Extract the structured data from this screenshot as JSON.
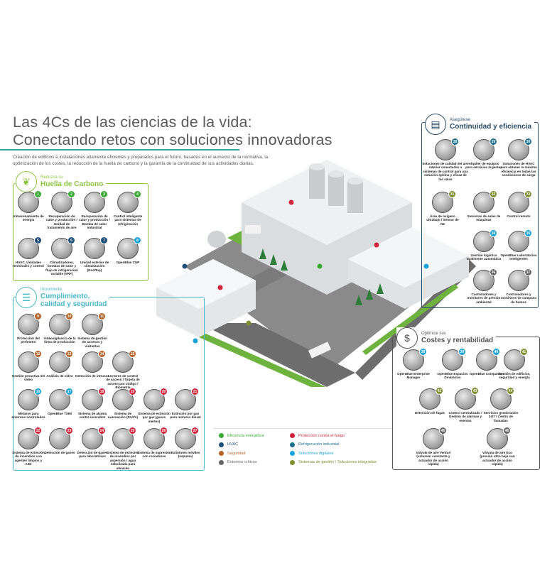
{
  "header": {
    "title_line1": "Las 4Cs de las ciencias de la vida:",
    "title_line2": "Conectando retos con soluciones innovadoras",
    "description": "Creación de edificios e instalaciones altamente eficientes y preparados para el futuro, basados en el aumento de la normativa, la optimización de los costes, la reducción de la huella de carbono y la garantía de la continuidad de sus actividades diarias."
  },
  "colors": {
    "eficiencia": "#3aaa35",
    "hvac": "#1f4e79",
    "seguridad": "#b5652b",
    "criticos": "#666666",
    "fuego": "#d2233c",
    "refrigeracion": "#1d6f8c",
    "digitales": "#1aa3d9",
    "gestion": "#7d8f2f"
  },
  "carbon": {
    "subtitle": "Reduzca su",
    "title": "Huella de Carbono",
    "icon": "leaf-icon",
    "items": [
      {
        "num": "1",
        "cat": "eficiencia",
        "label": "Almacenamiento de energía"
      },
      {
        "num": "2",
        "cat": "eficiencia",
        "label": "Recuperación de calor y producción / Unidad de tratamiento de aire"
      },
      {
        "num": "3",
        "cat": "eficiencia",
        "label": "Recuperación de calor y producción / Bomba de calor industrial"
      },
      {
        "num": "4",
        "cat": "eficiencia",
        "label": "Control inteligente para sistemas de refrigeración"
      },
      {
        "num": "5",
        "cat": "hvac",
        "label": "HVAC. Unidades terminales y control"
      },
      {
        "num": "6",
        "cat": "hvac",
        "label": "Climatizadores, bombas de calor y flujo de refrigeración variable (VRF)"
      },
      {
        "num": "7",
        "cat": "hvac",
        "label": "Unidad exterior de climatización (Rooftop)"
      },
      {
        "num": "8",
        "cat": "digitales",
        "label": "OpenBlue CUP"
      }
    ]
  },
  "compliance": {
    "subtitle": "Incremente",
    "title_line1": "Cumplimiento,",
    "title_line2": "calidad y seguridad",
    "icon": "document-check-icon",
    "items": [
      {
        "num": "9",
        "cat": "seguridad",
        "label": "Protección del perímetro"
      },
      {
        "num": "10",
        "cat": "seguridad",
        "label": "Videovigilancia de la línea de producción"
      },
      {
        "num": "11",
        "cat": "seguridad",
        "label": "Sistema de gestión de accesos y visitantes"
      },
      {
        "num": "12",
        "cat": "seguridad",
        "label": "Gestión proactiva del vídeo"
      },
      {
        "num": "13",
        "cat": "seguridad",
        "label": "Análisis de vídeo"
      },
      {
        "num": "14",
        "cat": "seguridad",
        "label": "Detección de intrusos"
      },
      {
        "num": "15",
        "cat": "seguridad",
        "label": "Lectores de control de acceso / Tarjeta de acceso por código / Biometría"
      },
      {
        "num": "16",
        "cat": "digitales",
        "label": "Metasys para entornos controlados"
      },
      {
        "num": "17",
        "cat": "digitales",
        "label": "OpenBlue TSIM"
      },
      {
        "num": "18",
        "cat": "fuego",
        "label": "Sistema de alarma contra incendios"
      },
      {
        "num": "19",
        "cat": "fuego",
        "label": "Sistema de evacuación (PA/VA)"
      },
      {
        "num": "20",
        "cat": "fuego",
        "label": "Sistema de extinción por gas (gases inertes)"
      },
      {
        "num": "21",
        "cat": "fuego",
        "label": "Extinción por gas para motores diesel"
      },
      {
        "num": "22",
        "cat": "fuego",
        "label": "Sistema de extinción de incendios con agentes limpios y A3D"
      },
      {
        "num": "23",
        "cat": "fuego",
        "label": "Detección de gases"
      },
      {
        "num": "24",
        "cat": "fuego",
        "label": "Detección de gases para laboratorios"
      },
      {
        "num": "25",
        "cat": "fuego",
        "label": "Sistema de extinción de incendios por aspersión / agua nebulizada para almacén"
      },
      {
        "num": "26",
        "cat": "fuego",
        "label": "Sistema de supresión con rociadores"
      },
      {
        "num": "27",
        "cat": "fuego",
        "label": "Extintores móviles (espuma)"
      }
    ]
  },
  "continuity": {
    "subtitle": "Asegúrese",
    "title": "Continuidad y eficiencia",
    "icon": "clipboard-icon",
    "items": [
      {
        "num": "28",
        "cat": "refrigeracion",
        "label": "Soluciones de calidad del aire interior conectadas a sistemas de control para una solución óptima y eficaz de las salas"
      },
      {
        "num": "29",
        "cat": "refrigeracion",
        "label": "Alquiler de equipos para servicios urgentes"
      },
      {
        "num": "30",
        "cat": "refrigeracion",
        "label": "Soluciones de HVAC para obtener la máxima eficiencia en todas las condiciones de carga"
      },
      {
        "num": "31",
        "cat": "gestion",
        "label": "Área de oxígeno ultrabajo / Sensor de N2"
      },
      {
        "num": "32",
        "cat": "gestion",
        "label": "Sensores de salas de máquinas"
      },
      {
        "num": "33",
        "cat": "gestion",
        "label": "Control remoto"
      },
      {
        "num": "34",
        "cat": "digitales",
        "label": "Gestión logística totalmente automática"
      },
      {
        "num": "35",
        "cat": "digitales",
        "label": "OpenBlue Laboratorios inteligentes"
      },
      {
        "num": "36",
        "cat": "criticos",
        "label": "Controladores y monitores de presión ambiental"
      },
      {
        "num": "37",
        "cat": "criticos",
        "label": "Controladores y monitores de campana de humos"
      }
    ]
  },
  "costs": {
    "subtitle": "Optimice sus",
    "title": "Costes y rentabilidad",
    "icon": "coin-icon",
    "items": [
      {
        "num": "38",
        "cat": "digitales",
        "label": "OpenBlue Enterprise Manager"
      },
      {
        "num": "39",
        "cat": "digitales",
        "label": "OpenBlue Espacios Dinámicos"
      },
      {
        "num": "40",
        "cat": "digitales",
        "label": "OpenBlue Companion"
      },
      {
        "num": "41",
        "cat": "gestion",
        "label": "Gestión de edificios, seguridad y energía"
      },
      {
        "num": "42",
        "cat": "gestion",
        "label": "Detección de fugas"
      },
      {
        "num": "43",
        "cat": "gestion",
        "label": "Control centralizado / Gestión de alarmas y eventos"
      },
      {
        "num": "44",
        "cat": "gestion",
        "label": "Servicios gestionados 24/7 / Centro de llamadas"
      },
      {
        "num": "45",
        "cat": "criticos",
        "label": "Válvula de aire Venturi (volumen constante y actuador de acción rápida)"
      },
      {
        "num": "46",
        "cat": "criticos",
        "label": "Válvula de aire Eco (presión ultra baja con actuador de acción rápida)"
      }
    ]
  },
  "legend": [
    {
      "label": "Eficiencia energética",
      "cat": "eficiencia"
    },
    {
      "label": "HVAC",
      "cat": "hvac"
    },
    {
      "label": "Seguridad",
      "cat": "seguridad"
    },
    {
      "label": "Entornos críticos",
      "cat": "criticos"
    },
    {
      "label": "Protección contra el fuego",
      "cat": "fuego"
    },
    {
      "label": "Refrigeración industrial",
      "cat": "refrigeracion"
    },
    {
      "label": "Soluciones digitales",
      "cat": "digitales"
    },
    {
      "label": "Sistemas de gestión / Soluciones integradas",
      "cat": "gestion"
    }
  ]
}
